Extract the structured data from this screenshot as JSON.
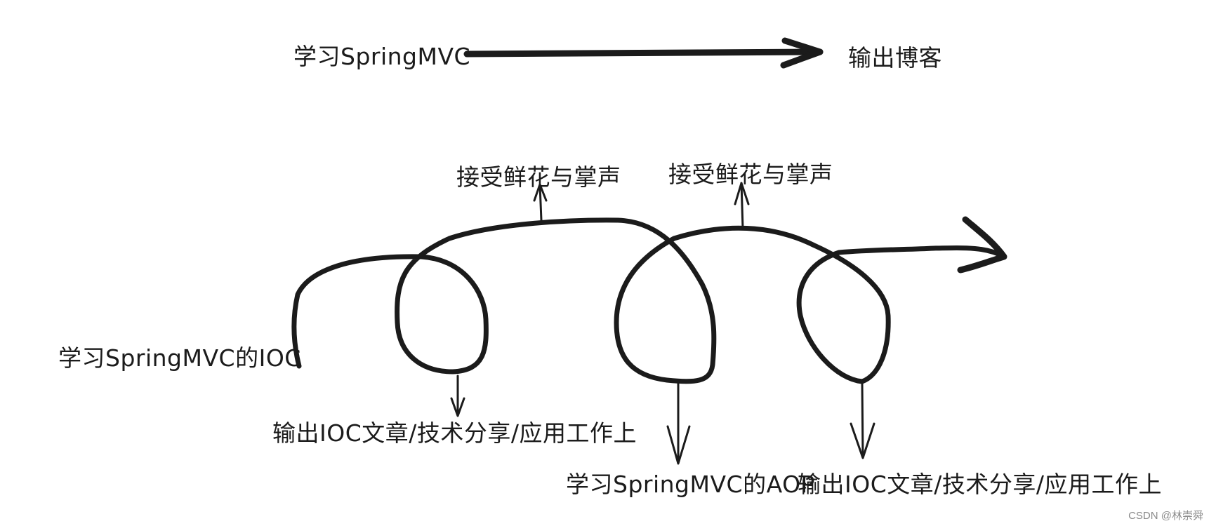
{
  "diagram": {
    "top_row": {
      "start_label": "学习SpringMVC",
      "end_label": "输出博客"
    },
    "spiral": {
      "start_label": "学习SpringMVC的IOC",
      "feedback_label_1": "接受鲜花与掌声",
      "feedback_label_2": "接受鲜花与掌声",
      "output_label_1": "输出IOC文章/技术分享/应用工作上",
      "learn_label_2": "学习SpringMVC的AOP",
      "output_label_2": "输出IOC文章/技术分享/应用工作上"
    },
    "stroke_color": "#1b1b1b"
  },
  "watermark": "CSDN @林崇舜"
}
